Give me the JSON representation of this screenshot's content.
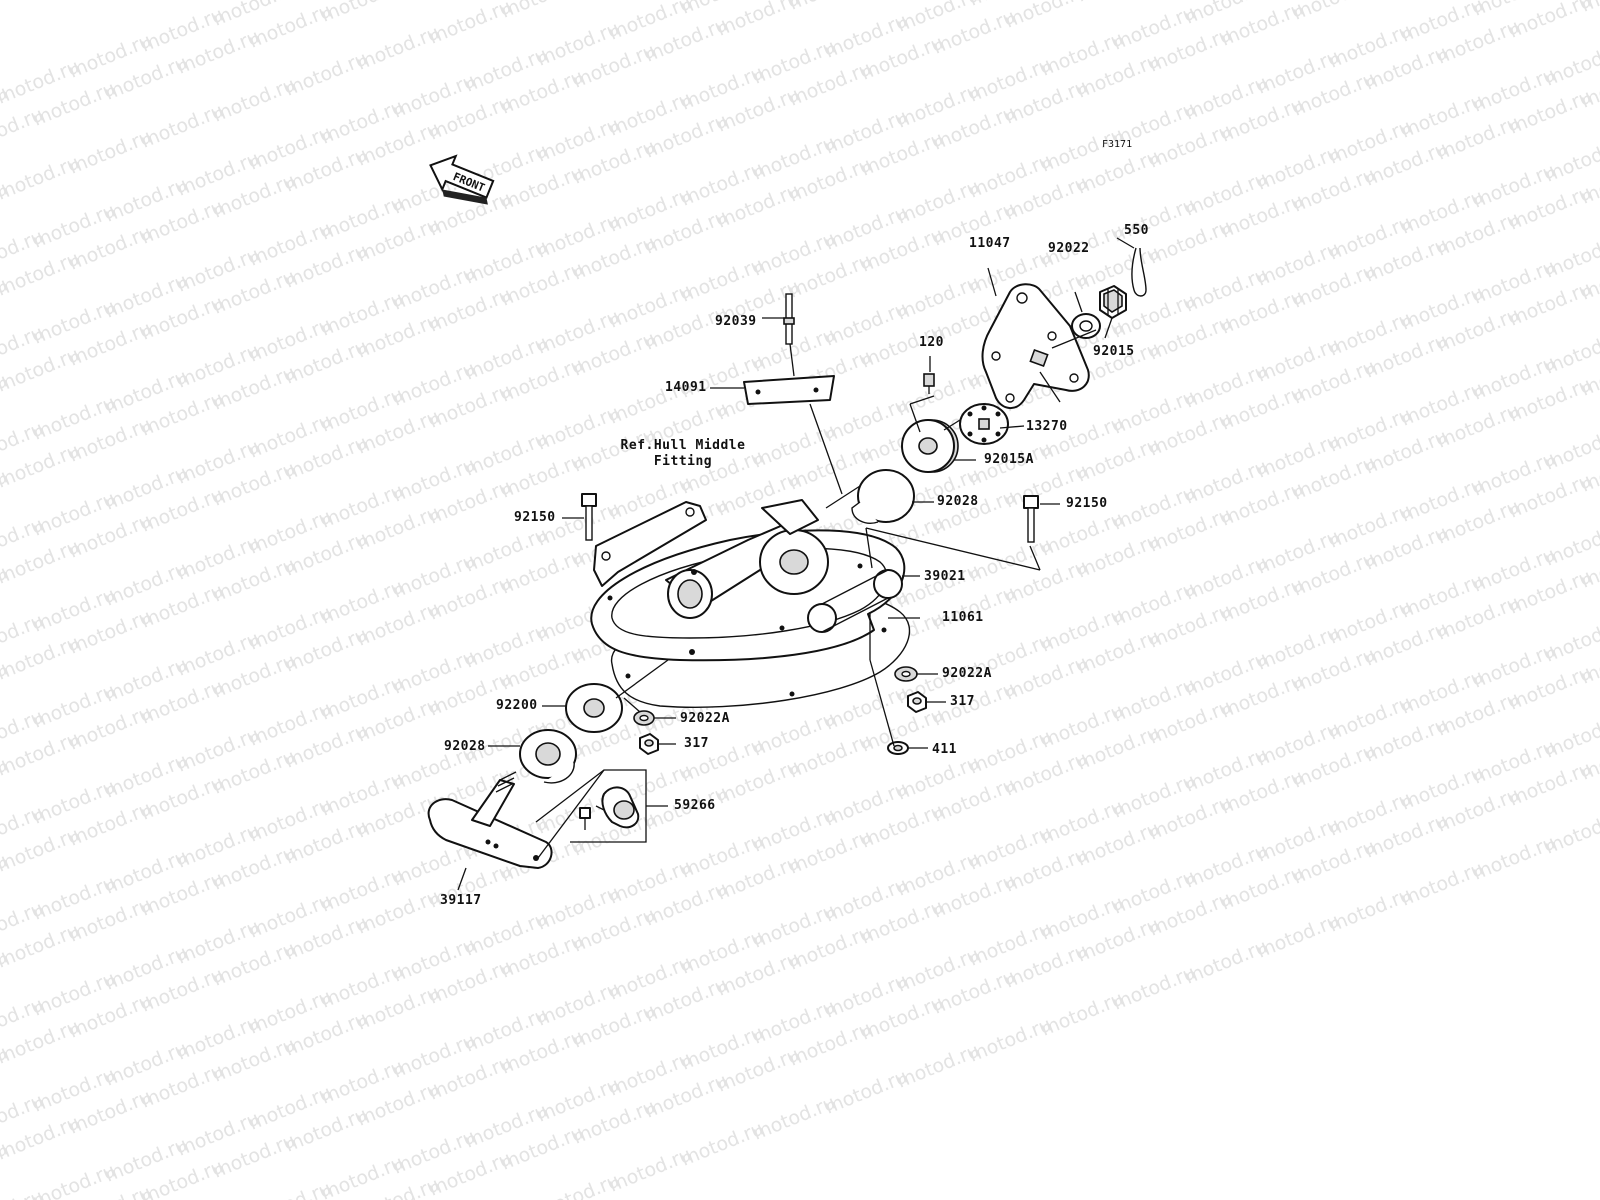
{
  "figure_code": "F3171",
  "front_label": "FRONT",
  "watermark": "motod.ru",
  "ref_note": {
    "line1": "Ref.Hull Middle",
    "line2": "Fitting"
  },
  "parts": {
    "p550": "550",
    "p11047": "11047",
    "p92022": "92022",
    "p92015": "92015",
    "p92039": "92039",
    "p120": "120",
    "p14091": "14091",
    "p13270": "13270",
    "p92015A": "92015A",
    "p92028_top": "92028",
    "p92150_left": "92150",
    "p92150_right": "92150",
    "p39021": "39021",
    "p11061": "11061",
    "p92022A_right": "92022A",
    "p317_right": "317",
    "p411": "411",
    "p92200": "92200",
    "p92022A_left": "92022A",
    "p92028_left": "92028",
    "p317_left": "317",
    "p59266": "59266",
    "p39117": "39117"
  }
}
